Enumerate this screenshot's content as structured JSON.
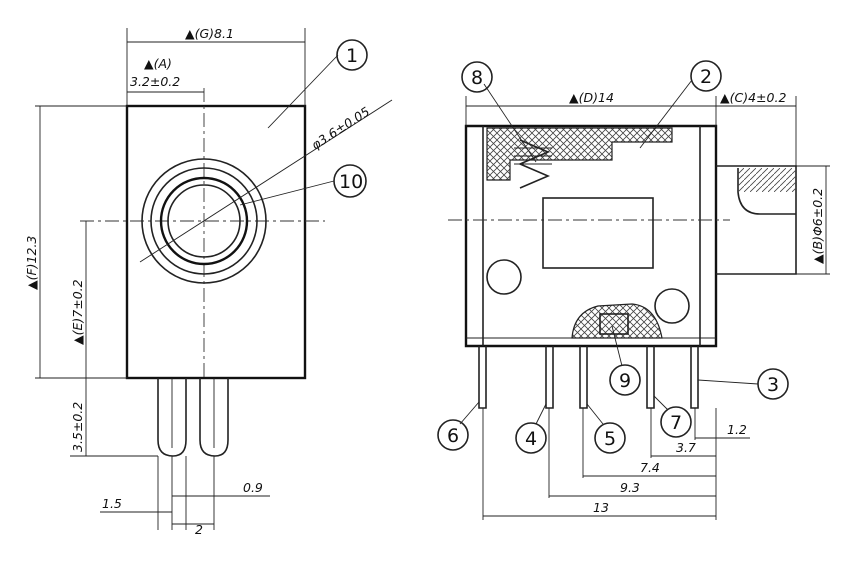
{
  "left_view": {
    "dim_g": "▲(G)8.1",
    "dim_a": "▲(A)",
    "dim_a_val": "3.2±0.2",
    "dim_f": "▲(F)12.3",
    "dim_e": "▲(E)7±0.2",
    "dim_hole": "φ3.6±0.05",
    "dim_pin_len": "3.5±0.2",
    "dim_15": "1.5",
    "dim_09": "0.9",
    "dim_2": "2"
  },
  "right_view": {
    "dim_d": "▲(D)14",
    "dim_c": "▲(C)4±0.2",
    "dim_b": "▲(B)Φ6±0.2",
    "dim_12": "1.2",
    "dim_37": "3.7",
    "dim_74": "7.4",
    "dim_93": "9.3",
    "dim_13": "13"
  },
  "callouts": [
    "1",
    "2",
    "3",
    "4",
    "5",
    "6",
    "7",
    "8",
    "9",
    "10"
  ]
}
